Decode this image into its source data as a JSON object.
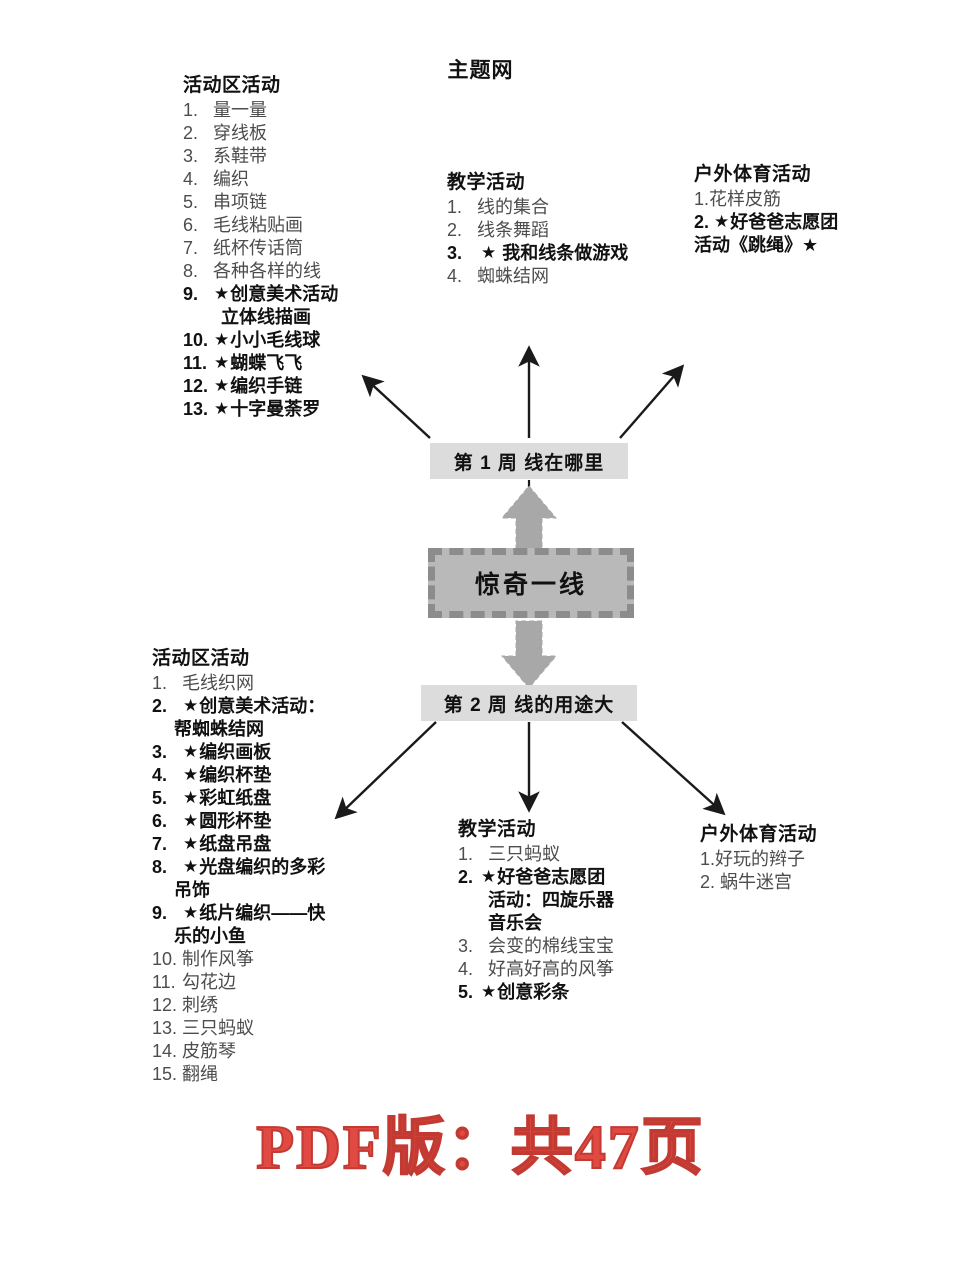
{
  "title": "主题网",
  "center": {
    "theme_label": "惊奇一线",
    "week1_label": "第 1 周  线在哪里",
    "week2_label": "第 2 周  线的用途大"
  },
  "colors": {
    "week_box_fill": "#dcdcdc",
    "center_box_fill": "#b9b9b9",
    "center_box_border": "#8c8c8c",
    "arrow_stroke": "#1a1a1a",
    "block_arrow_fill": "#a8a8a8",
    "watermark_red": "#e04a42",
    "muted_text": "#4d4d4d",
    "strong_text": "#111111"
  },
  "top_left": {
    "heading": "活动区活动",
    "items": [
      {
        "num": "1.",
        "text": "量一量",
        "star": false
      },
      {
        "num": "2.",
        "text": "穿线板",
        "star": false
      },
      {
        "num": "3.",
        "text": "系鞋带",
        "star": false
      },
      {
        "num": "4.",
        "text": "编织",
        "star": false
      },
      {
        "num": "5.",
        "text": "串项链",
        "star": false
      },
      {
        "num": "6.",
        "text": "毛线粘贴画",
        "star": false
      },
      {
        "num": "7.",
        "text": "纸杯传话筒",
        "star": false
      },
      {
        "num": "8.",
        "text": "各种各样的线",
        "star": false
      },
      {
        "num": "9.",
        "text": "创意美术活动",
        "star": true,
        "cont": "立体线描画"
      },
      {
        "num": "10.",
        "text": "小小毛线球",
        "star": true
      },
      {
        "num": "11.",
        "text": "蝴蝶飞飞",
        "star": true
      },
      {
        "num": "12.",
        "text": "编织手链",
        "star": true
      },
      {
        "num": "13.",
        "text": "十字曼荼罗",
        "star": true
      }
    ]
  },
  "top_center": {
    "heading": "教学活动",
    "items": [
      {
        "num": "1.",
        "text": "线的集合",
        "star": false
      },
      {
        "num": "2.",
        "text": "线条舞蹈",
        "star": false
      },
      {
        "num": "3.",
        "text": "我和线条做游戏",
        "star": true
      },
      {
        "num": "4.",
        "text": "蜘蛛结网",
        "star": false
      }
    ]
  },
  "top_right": {
    "heading": "户外体育活动",
    "items": [
      {
        "num": "1.",
        "text": "花样皮筋",
        "star": false
      },
      {
        "num": "2.",
        "text": "好爸爸志愿团",
        "star": true,
        "cont": "活动《跳绳》★"
      }
    ]
  },
  "bottom_left": {
    "heading": "活动区活动",
    "items": [
      {
        "num": "1.",
        "text": "毛线织网",
        "star": false
      },
      {
        "num": "2.",
        "text": "创意美术活动：",
        "star": true,
        "cont": "帮蜘蛛结网"
      },
      {
        "num": "3.",
        "text": "编织画板",
        "star": true
      },
      {
        "num": "4.",
        "text": "编织杯垫",
        "star": true
      },
      {
        "num": "5.",
        "text": "彩虹纸盘",
        "star": true
      },
      {
        "num": "6.",
        "text": "圆形杯垫",
        "star": true
      },
      {
        "num": "7.",
        "text": "纸盘吊盘",
        "star": true
      },
      {
        "num": "8.",
        "text": "光盘编织的多彩",
        "star": true,
        "cont": "吊饰"
      },
      {
        "num": "9.",
        "text": "纸片编织——快",
        "star": true,
        "cont": "乐的小鱼"
      },
      {
        "num": "10.",
        "text": "制作风筝",
        "star": false
      },
      {
        "num": "11.",
        "text": "勾花边",
        "star": false
      },
      {
        "num": "12.",
        "text": "刺绣",
        "star": false
      },
      {
        "num": "13.",
        "text": "三只蚂蚁",
        "star": false
      },
      {
        "num": "14.",
        "text": "皮筋琴",
        "star": false
      },
      {
        "num": "15.",
        "text": "翻绳",
        "star": false
      }
    ]
  },
  "bottom_center": {
    "heading": "教学活动",
    "items": [
      {
        "num": "1.",
        "text": "三只蚂蚁",
        "star": false
      },
      {
        "num": "2.",
        "text": "好爸爸志愿团",
        "star": true,
        "cont": "活动：四旋乐器",
        "cont2": "音乐会"
      },
      {
        "num": "3.",
        "text": "会变的棉线宝宝",
        "star": false
      },
      {
        "num": "4.",
        "text": "好高好高的风筝",
        "star": false
      },
      {
        "num": "5.",
        "text": "创意彩条",
        "star": true
      }
    ]
  },
  "bottom_right": {
    "heading": "户外体育活动",
    "items": [
      {
        "num": "1.",
        "text": "好玩的辫子",
        "star": false
      },
      {
        "num": "2.",
        "text": "蜗牛迷宫",
        "star": false
      }
    ]
  },
  "watermark": "PDF版：共47页",
  "icons": {
    "star": "★"
  }
}
